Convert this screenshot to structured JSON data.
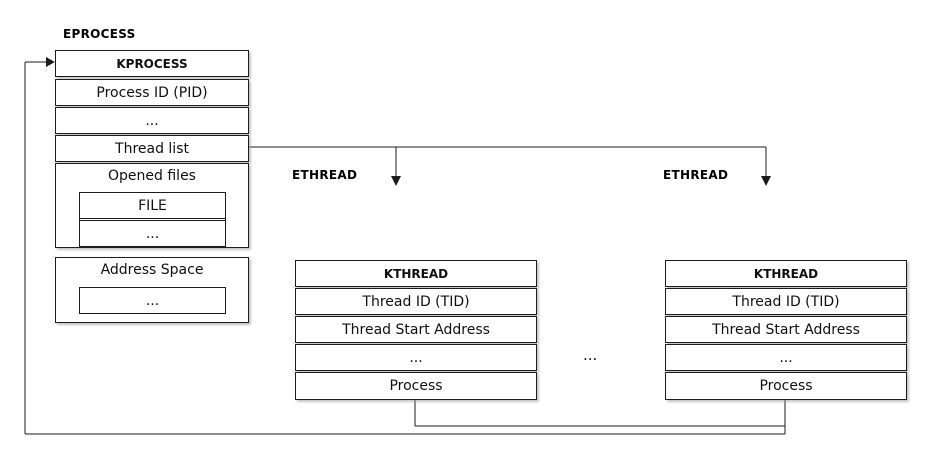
{
  "eprocess": {
    "title": "EPROCESS",
    "rows": {
      "kprocess": "KPROCESS",
      "pid": "Process ID (PID)",
      "dots": "...",
      "thread_list": "Thread list"
    },
    "opened_files": {
      "label": "Opened files",
      "file": "FILE",
      "dots": "..."
    },
    "address_space": {
      "label": "Address Space",
      "dots": "..."
    }
  },
  "ethread_left": {
    "title": "ETHREAD",
    "rows": {
      "kthread": "KTHREAD",
      "tid": "Thread ID (TID)",
      "start_address": "Thread Start Address",
      "dots": "...",
      "process": "Process"
    }
  },
  "ethread_right": {
    "title": "ETHREAD",
    "rows": {
      "kthread": "KTHREAD",
      "tid": "Thread ID (TID)",
      "start_address": "Thread Start Address",
      "dots": "...",
      "process": "Process"
    }
  },
  "between_ellipsis": "..."
}
